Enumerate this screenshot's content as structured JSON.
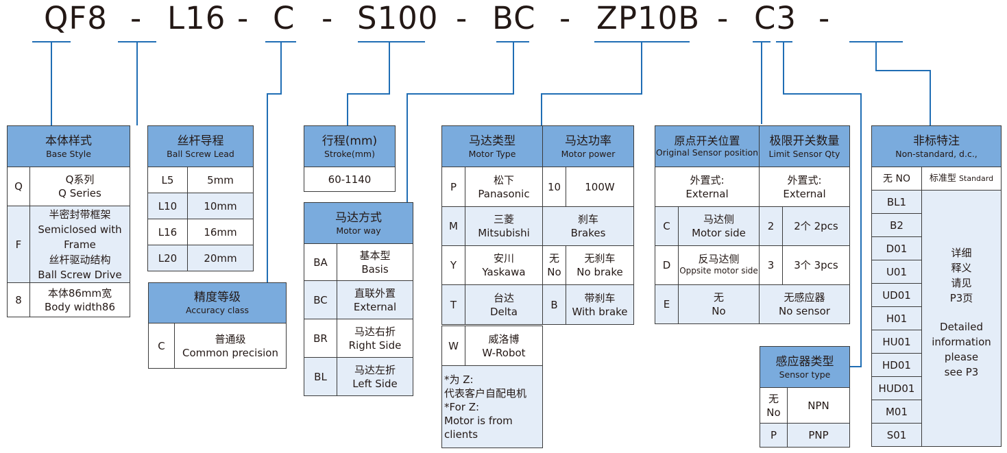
{
  "code": {
    "segments": [
      "QF8",
      "-",
      "L16",
      "-",
      "C",
      "-",
      "S100",
      "-",
      "BC",
      "-",
      "ZP10B",
      "-",
      "C3",
      "-"
    ]
  },
  "colors": {
    "header_fill": "#7aabdd",
    "row_alt_fill": "#e4edf8",
    "connector": "#1f6db4",
    "border": "#3a3a3a"
  },
  "base_style": {
    "title_zh": "本体样式",
    "title_en": "Base Style",
    "rows": [
      {
        "code": "Q",
        "zh": "Q系列",
        "en": "Q Series"
      },
      {
        "code": "F",
        "zh": "半密封带框架",
        "en": "Semiclosed with Frame",
        "zh2": "丝杆驱动结构",
        "en2": "Ball Screw Drive"
      },
      {
        "code": "8",
        "zh": "本体86mm宽",
        "en": "Body width86"
      }
    ]
  },
  "ball_screw_lead": {
    "title_zh": "丝杆导程",
    "title_en": "Ball Screw Lead",
    "rows": [
      {
        "code": "L5",
        "value": "5mm"
      },
      {
        "code": "L10",
        "value": "10mm"
      },
      {
        "code": "L16",
        "value": "16mm"
      },
      {
        "code": "L20",
        "value": "20mm"
      }
    ]
  },
  "accuracy_class": {
    "title_zh": "精度等级",
    "title_en": "Accuracy class",
    "rows": [
      {
        "code": "C",
        "zh": "普通级",
        "en": "Common precision"
      }
    ]
  },
  "stroke": {
    "title_zh": "行程(mm)",
    "title_en": "Stroke(mm)",
    "value": "60-1140"
  },
  "motor_way": {
    "title_zh": "马达方式",
    "title_en": "Motor way",
    "rows": [
      {
        "code": "BA",
        "zh": "基本型",
        "en": "Basis"
      },
      {
        "code": "BC",
        "zh": "直联外置",
        "en": "External"
      },
      {
        "code": "BR",
        "zh": "马达右折",
        "en": "Right Side"
      },
      {
        "code": "BL",
        "zh": "马达左折",
        "en": "Left Side"
      }
    ]
  },
  "motor_type": {
    "title_zh": "马达类型",
    "title_en": "Motor Type",
    "rows": [
      {
        "code": "P",
        "zh": "松下",
        "en": "Panasonic"
      },
      {
        "code": "M",
        "zh": "三菱",
        "en": "Mitsubishi"
      },
      {
        "code": "Y",
        "zh": "安川",
        "en": "Yaskawa"
      },
      {
        "code": "T",
        "zh": "台达",
        "en": "Delta"
      },
      {
        "code": "W",
        "zh": "威洛博",
        "en": "W-Robot"
      }
    ],
    "note": [
      "*为 Z:",
      "代表客户自配电机",
      "*For Z:",
      "Motor is from",
      "clients"
    ]
  },
  "motor_power": {
    "title_zh": "马达功率",
    "title_en": "Motor power",
    "power_row": {
      "code": "10",
      "value": "100W"
    },
    "brakes_zh": "刹车",
    "brakes_en": "Brakes",
    "brake_rows": [
      {
        "code_zh": "无",
        "code_en": "No",
        "zh": "无刹车",
        "en": "No brake"
      },
      {
        "code": "B",
        "zh": "带刹车",
        "en": "With brake"
      }
    ]
  },
  "original_sensor": {
    "title_zh": "原点开关位置",
    "title_en": "Original Sensor position",
    "external_zh": "外置式:",
    "external_en": "External",
    "rows": [
      {
        "code": "C",
        "zh": "马达侧",
        "en": "Motor side"
      },
      {
        "code": "D",
        "zh": "反马达侧",
        "en": "Oppsite motor side"
      },
      {
        "code": "E",
        "zh": "无",
        "en": "No"
      }
    ]
  },
  "limit_sensor": {
    "title_zh": "极限开关数量",
    "title_en": "Limit Sensor Qty",
    "external_zh": "外置式:",
    "external_en": "External",
    "rows": [
      {
        "code": "2",
        "value": "2个 2pcs"
      },
      {
        "code": "3",
        "value": "3个 3pcs"
      }
    ],
    "none_zh": "无感应器",
    "none_en": "No sensor"
  },
  "sensor_type": {
    "title_zh": "感应器类型",
    "title_en": "Sensor type",
    "rows": [
      {
        "code_zh": "无",
        "code_en": "No",
        "value": "NPN"
      },
      {
        "code": "P",
        "value": "PNP"
      }
    ]
  },
  "non_standard": {
    "title_zh": "非标特注",
    "title_en": "Non-standard, d.c.,",
    "standard_code": "无 NO",
    "standard_zh": "标准型",
    "standard_en": "Standard",
    "codes": [
      "BL1",
      "B2",
      "D01",
      "U01",
      "UD01",
      "H01",
      "HU01",
      "HD01",
      "HUD01",
      "M01",
      "S01"
    ],
    "detail_zh": [
      "详细",
      "释义",
      "请见",
      "P3页"
    ],
    "detail_en": [
      "Detailed",
      "information",
      "please",
      "see P3"
    ]
  }
}
